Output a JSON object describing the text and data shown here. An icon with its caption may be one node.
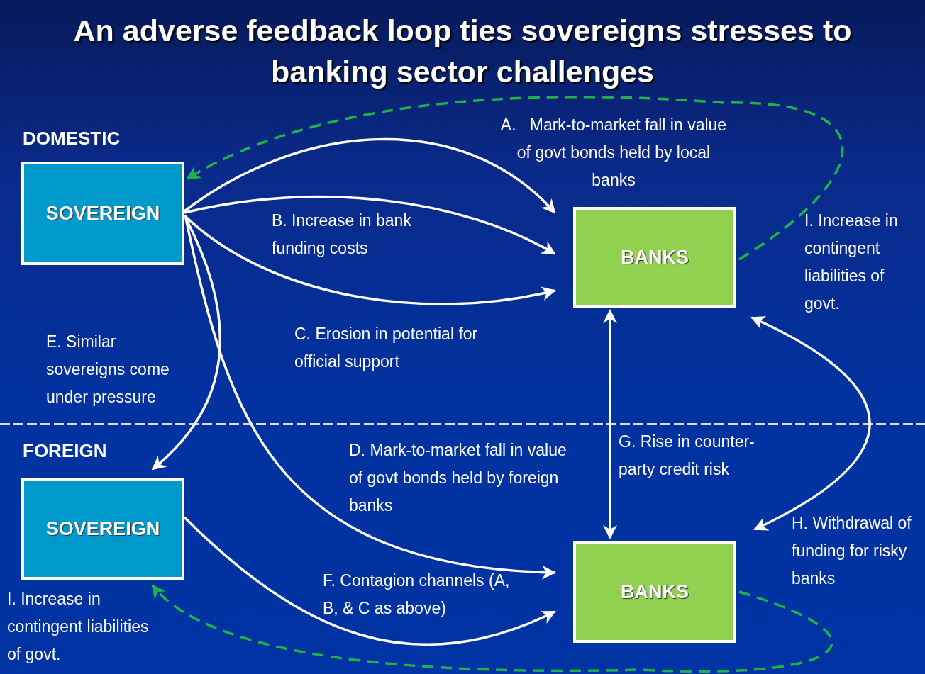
{
  "diagram": {
    "title": "An adverse feedback loop ties sovereigns stresses to banking sector challenges",
    "nodes": [
      {
        "text": [
          "SOVEREIGN"
        ]
      },
      {
        "text": [
          "BANKS"
        ]
      },
      {
        "text": [
          "SOVEREIGN"
        ]
      },
      {
        "text": [
          "BANKS"
        ]
      }
    ],
    "edges": [
      {
        "from": 0,
        "to": 1,
        "arrow": "to",
        "label": "A.   Mark-to-market fall in value of govt bonds held by local banks"
      },
      {
        "from": 0,
        "to": 1,
        "arrow": "to",
        "label": "B. Increase in bank funding costs"
      },
      {
        "from": 0,
        "to": 1,
        "arrow": "to",
        "label": "C. Erosion in potential for official support"
      },
      {
        "from": 0,
        "to": 2,
        "arrow": "to",
        "label": "E. Similar sovereigns come under pressure"
      },
      {
        "from": 0,
        "to": 3,
        "arrow": "to",
        "label": "D. Mark-to-market fall in value of govt bonds held by foreign banks"
      },
      {
        "from": 2,
        "to": 3,
        "arrow": "to",
        "label": "F. Contagion channels (A, B, & C as above)"
      },
      {
        "from": 1,
        "to": 3,
        "arrow": "both",
        "label": "G. Rise in counter-party credit risk"
      },
      {
        "from": 1,
        "to": 3,
        "arrow": "both",
        "label": "H. Withdrawal of funding for risky banks"
      },
      {
        "from": 1,
        "to": 0,
        "arrow": "to",
        "label": "I. Increase in contingent liabilities of govt.",
        "style": "dashed",
        "color": "#1fb24a"
      },
      {
        "from": 3,
        "to": 2,
        "arrow": "to",
        "label": "I. Increase in contingent liabilities of govt.",
        "style": "dashed",
        "color": "#1fb24a"
      }
    ],
    "labels": [
      "DOMESTIC",
      "FOREIGN"
    ]
  }
}
